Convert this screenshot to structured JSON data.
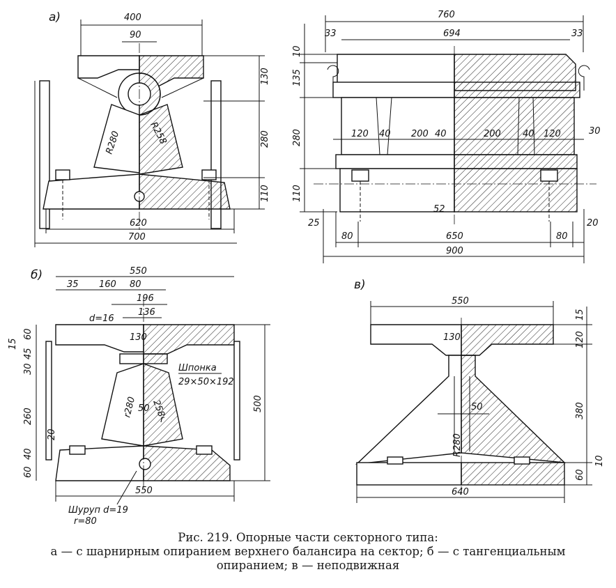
{
  "panels": {
    "a": {
      "label": "а)",
      "dims": {
        "w400": "400",
        "w90": "90",
        "w620": "620",
        "w700": "700",
        "h130": "130",
        "h280": "280",
        "h110": "110",
        "r280": "R280",
        "r258": "R258"
      }
    },
    "a_side": {
      "dims": {
        "w760": "760",
        "w694": "694",
        "w33l": "33",
        "w33r": "33",
        "w120l": "120",
        "w40a": "40",
        "w200a": "200",
        "w40b": "40",
        "w200b": "200",
        "w40c": "40",
        "w120r": "120",
        "w30": "30",
        "w25": "25",
        "w52": "52",
        "w20": "20",
        "w80l": "80",
        "w650": "650",
        "w80r": "80",
        "w900": "900",
        "h10": "10",
        "h135": "135",
        "h280": "280",
        "h110": "110"
      }
    },
    "b": {
      "label": "б)",
      "dims": {
        "w550top": "550",
        "w35": "35",
        "w160": "160",
        "w80": "80",
        "w196": "196",
        "w136": "136",
        "w130": "130",
        "d16": "d=16",
        "h60": "60",
        "h15": "15",
        "h45": "45",
        "h30": "30",
        "h260": "260",
        "h20": "20",
        "h40": "40",
        "h60b": "60",
        "h500": "500",
        "r280": "r280",
        "r258": "258",
        "w50": "50",
        "r": "r",
        "w550bot": "550"
      },
      "notes": {
        "key_title": "Шпонка",
        "key_size": "29×50×192",
        "screw_title": "Шуруп d=19",
        "screw_r": "r=80"
      }
    },
    "c": {
      "label": "в)",
      "dims": {
        "w550": "550",
        "w130": "130",
        "w50": "50",
        "r280": "R280",
        "w640": "640",
        "h15": "15",
        "h120": "120",
        "h380": "380",
        "h10": "10",
        "h60": "60"
      }
    }
  },
  "caption": {
    "line1": "Рис. 219. Опорные части секторного типа:",
    "line2": "а — с шарнирным опиранием верхнего балансира на сектор; б — с тангенциальным",
    "line3": "опиранием; в — неподвижная"
  }
}
